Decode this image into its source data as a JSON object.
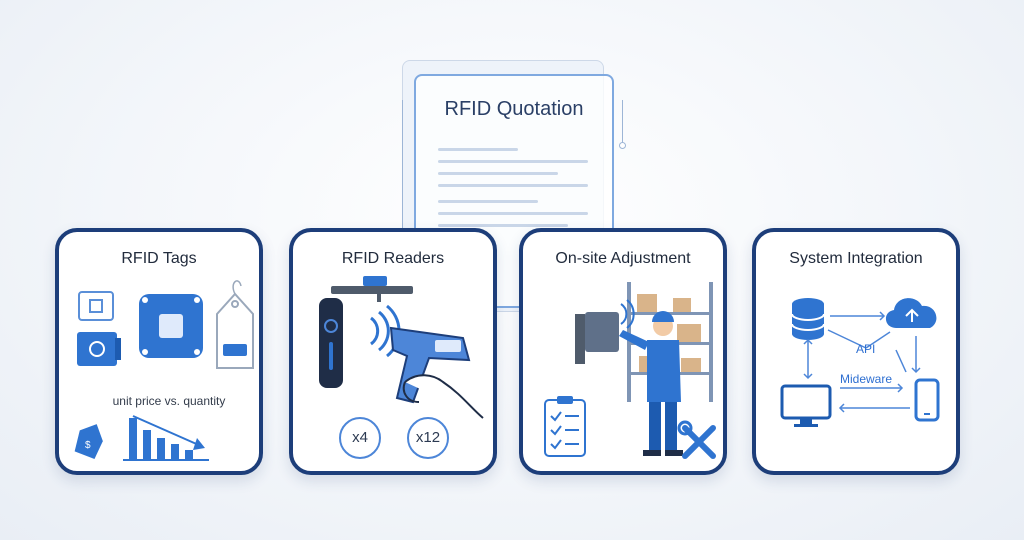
{
  "quotation": {
    "title": "RFID Quotation"
  },
  "cards": [
    {
      "title": "RFID Tags",
      "caption": "unit price vs. quantity"
    },
    {
      "title": "RFID Readers",
      "quantities": [
        "x4",
        "x12"
      ]
    },
    {
      "title": "On-site Adjustment"
    },
    {
      "title": "System Integration",
      "labels": [
        "API",
        "Mideware"
      ]
    }
  ],
  "colors": {
    "accent": "#2f74d0",
    "border": "#1d3e7a",
    "light": "#7fa9e0"
  },
  "icons": [
    "chip-icon",
    "tag-icon",
    "price-tag-icon",
    "bar-chart-icon",
    "reader-icon",
    "scanner-icon",
    "worker-icon",
    "shelf-icon",
    "checklist-icon",
    "tools-icon",
    "database-icon",
    "cloud-icon",
    "monitor-icon",
    "phone-icon"
  ]
}
